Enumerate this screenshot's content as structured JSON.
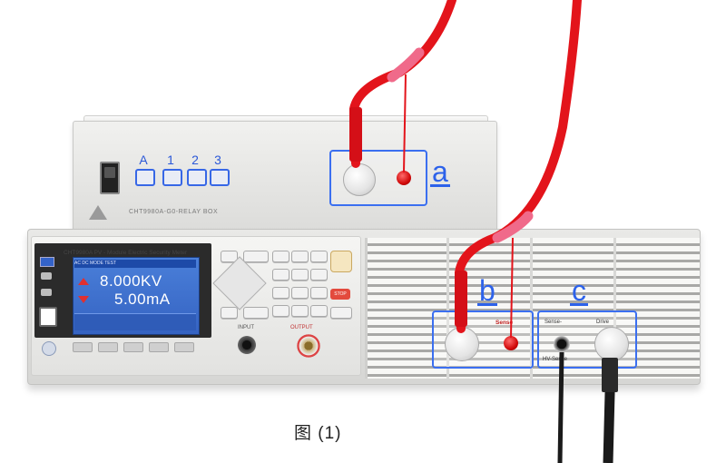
{
  "figure": {
    "caption": "图 (1)"
  },
  "relay_box": {
    "model_text": "CHT9980A-G0-RELAY BOX",
    "channel_labels": [
      "A",
      "1",
      "2",
      "3"
    ]
  },
  "meter": {
    "model_text": "CHT9980A  PV - Module Electric Security Meter",
    "lcd": {
      "status_text": "AC    DC MODE    TEST",
      "voltage": "8.000KV",
      "current": "5.00mA"
    },
    "input_label": "INPUT",
    "output_label": "OUTPUT",
    "stop_label": "STOP"
  },
  "callouts": {
    "a": {
      "letter": "a"
    },
    "b": {
      "letter": "b",
      "sense_label": "Sense"
    },
    "c": {
      "letter": "c",
      "sense_label": "Sense-",
      "drive_label": "Drive",
      "bottom_label": "HV-Sense"
    }
  },
  "colors": {
    "callout": "#3b6ff0",
    "cable_red": "#e3141b",
    "cable_pink": "#f06a8a",
    "cable_black": "#1a1a1a",
    "lcd_blue": "#3f72d0"
  },
  "icons": {
    "power_switch": "power-switch-icon",
    "logo": "triangle-logo-icon",
    "usb": "usb-icon",
    "arrow_up": "arrow-up-icon",
    "arrow_down": "arrow-down-icon"
  }
}
